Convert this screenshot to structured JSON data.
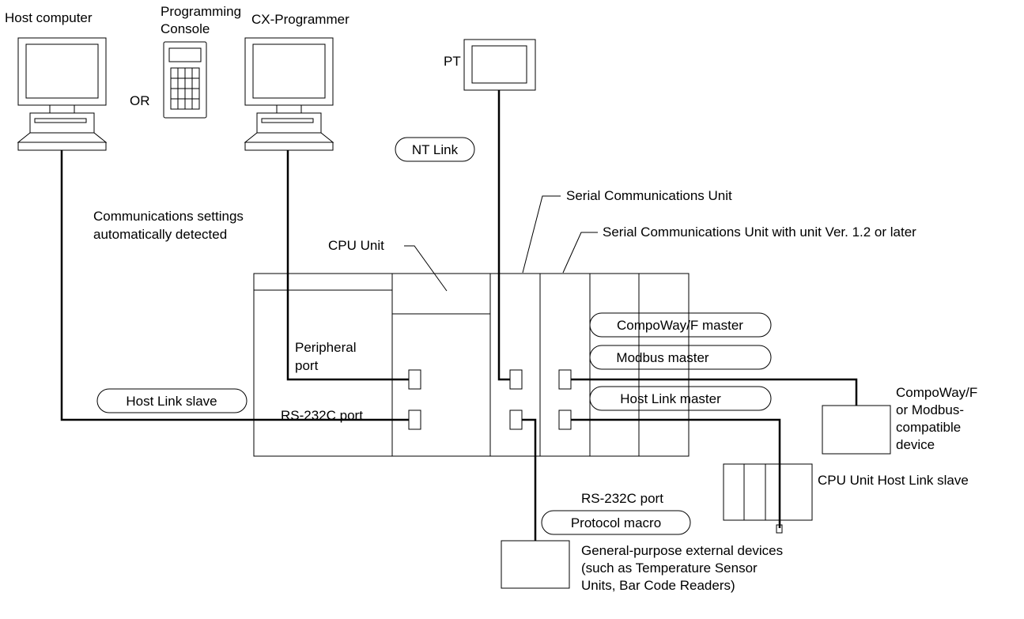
{
  "devices": {
    "host_computer": "Host computer",
    "programming_console_line1": "Programming",
    "programming_console_line2": "Console",
    "or": "OR",
    "cx_programmer": "CX-Programmer",
    "pt": "PT"
  },
  "modes": {
    "nt_link": "NT Link",
    "host_link_slave": "Host Link slave",
    "compoway_master": "CompoWay/F master",
    "modbus_master": "Modbus master",
    "host_link_master": "Host Link master",
    "protocol_macro": "Protocol macro"
  },
  "labels": {
    "comm_settings_line1": "Communications settings",
    "comm_settings_line2": "automatically detected",
    "cpu_unit": "CPU Unit",
    "serial_comm_unit": "Serial Communications Unit",
    "serial_comm_unit_v12": "Serial Communications Unit with unit Ver. 1.2 or later",
    "peripheral_port_line1": "Peripheral",
    "peripheral_port_line2": "port",
    "rs232c_port": "RS-232C port",
    "rs232c_port_2": "RS-232C port",
    "compoway_device_line1": "CompoWay/F",
    "compoway_device_line2": "or Modbus-",
    "compoway_device_line3": "compatible",
    "compoway_device_line4": "device",
    "cpu_host_link_slave": "CPU Unit Host Link slave",
    "general_devices_line1": "General-purpose external devices",
    "general_devices_line2": "(such as Temperature Sensor",
    "general_devices_line3": "Units, Bar Code Readers)"
  }
}
